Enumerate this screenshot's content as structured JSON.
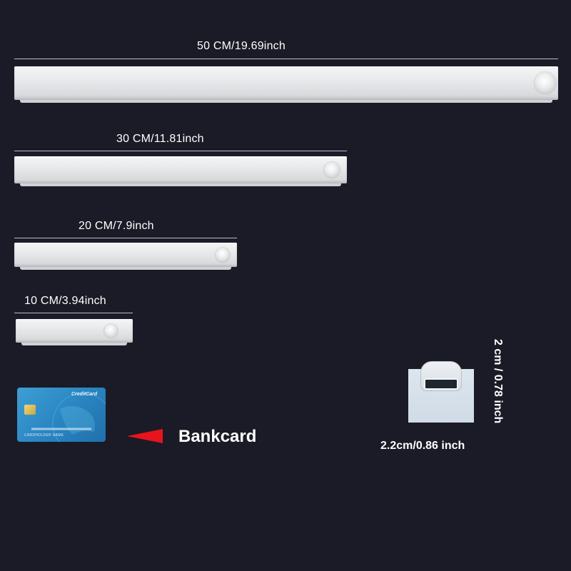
{
  "bars": [
    {
      "label": "50 CM/19.69inch"
    },
    {
      "label": "30 CM/11.81inch"
    },
    {
      "label": "20 CM/7.9inch"
    },
    {
      "label": "10 CM/3.94inch"
    }
  ],
  "card": {
    "title": "CreditCard",
    "holder": "CARDHOLDER NAME",
    "label": "Bankcard"
  },
  "module": {
    "width_label": "2.2cm/0.86 inch",
    "height_label": "2 cm / 0.78 inch"
  },
  "colors": {
    "background": "#1a1b26",
    "arrow": "#e8141c",
    "card": "#2b86c2"
  }
}
